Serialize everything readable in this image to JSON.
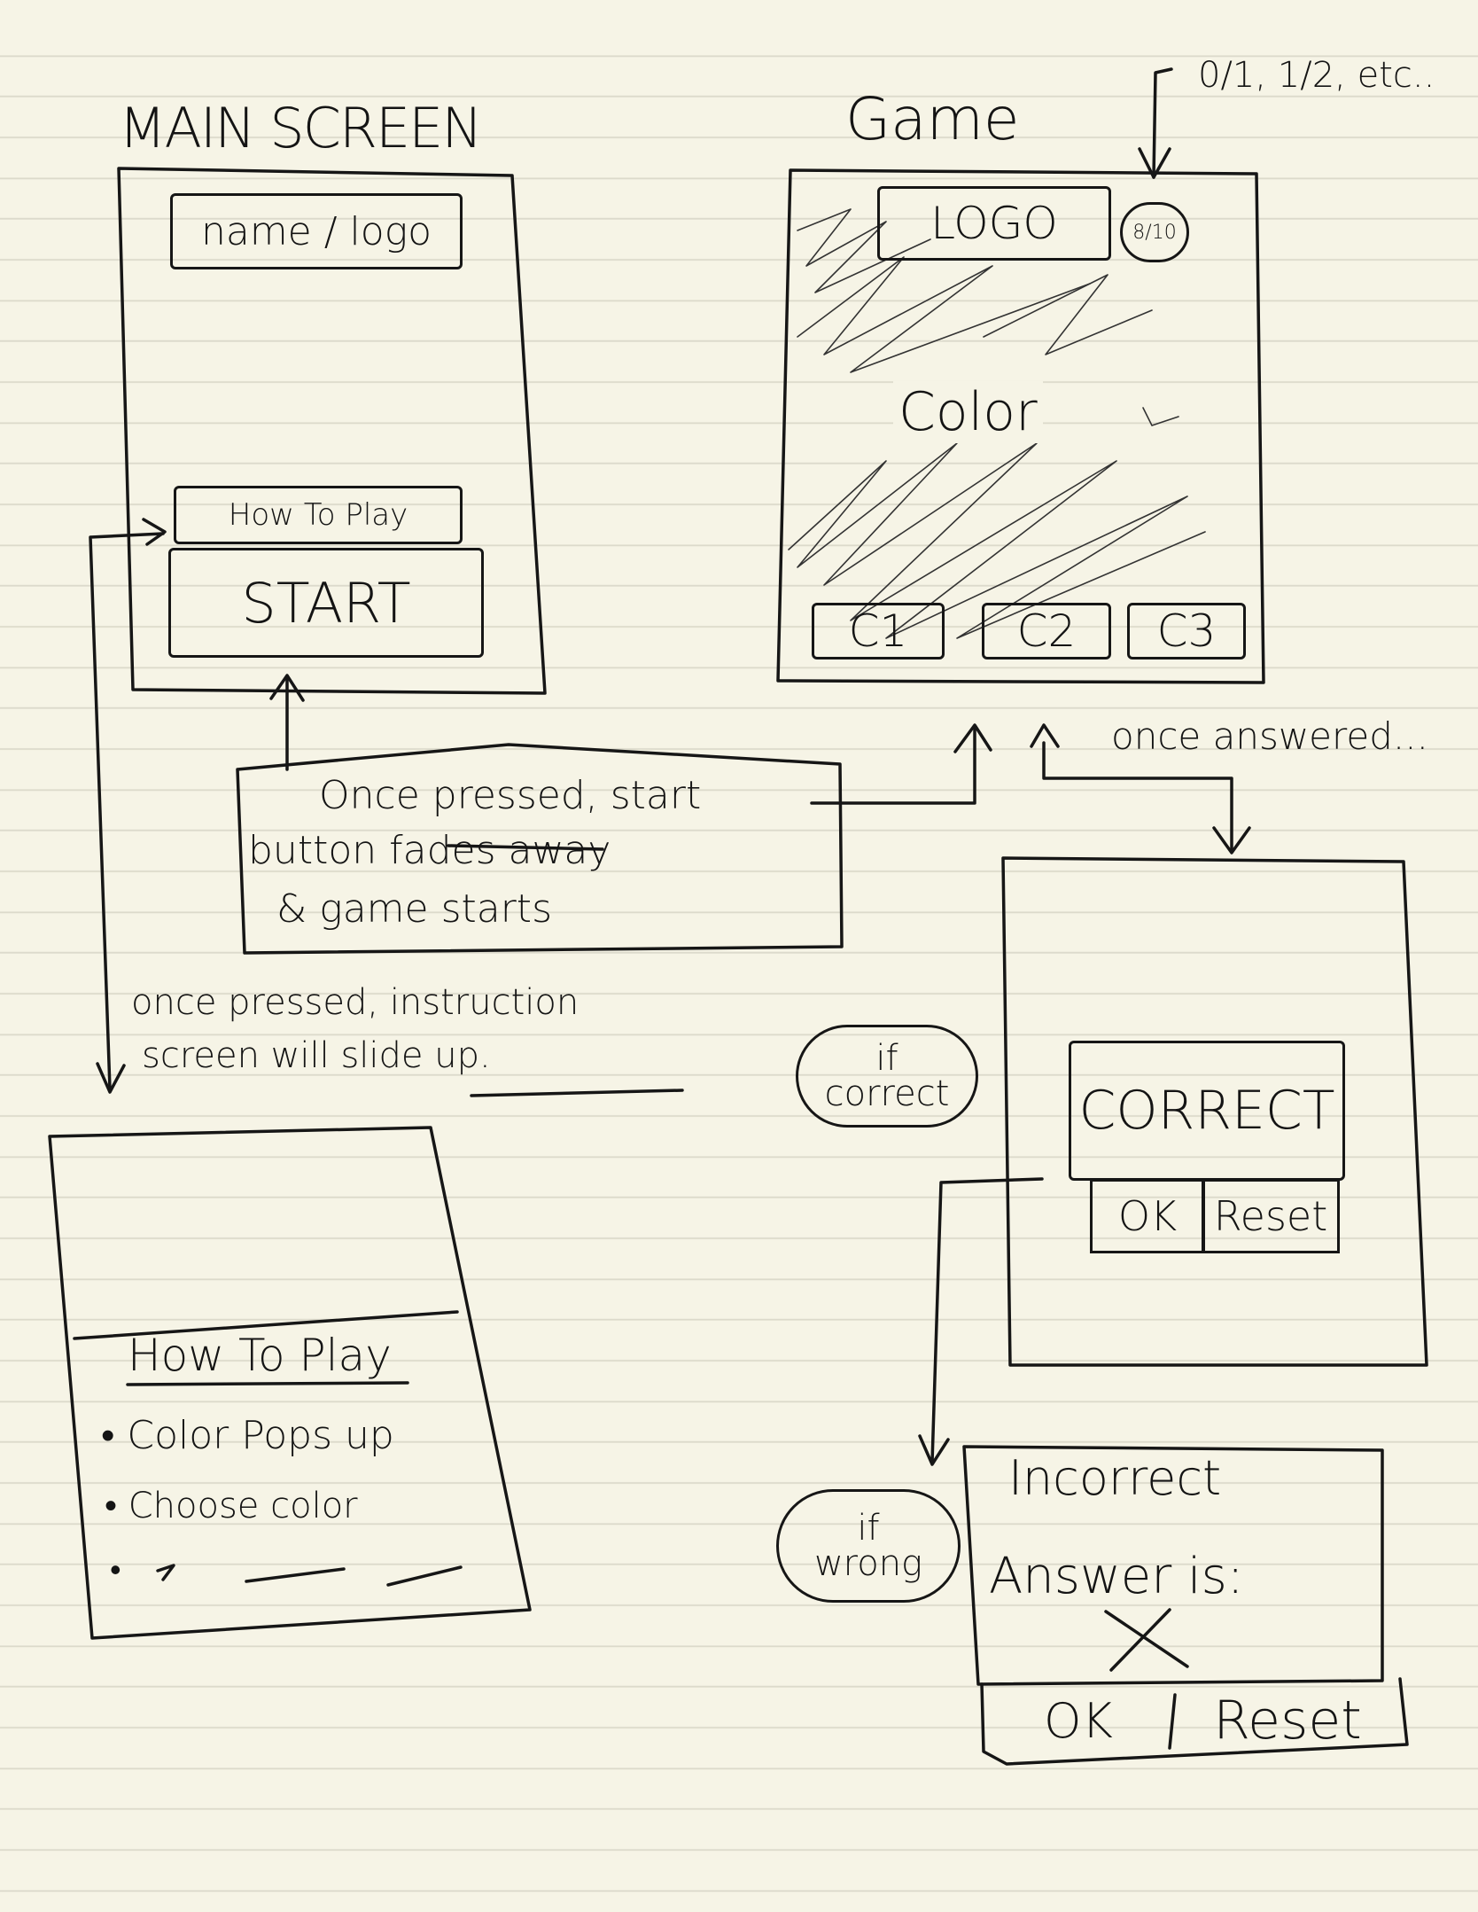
{
  "main_screen": {
    "title": "MAIN SCREEN",
    "logo_label": "name / logo",
    "how_to_play_button": "How To Play",
    "start_button": "START"
  },
  "game_screen": {
    "title": "Game",
    "counter_note": "0/1, 1/2, etc..",
    "logo_label": "LOGO",
    "score_badge": "8/10",
    "color_label": "Color",
    "choices": [
      "C1",
      "C2",
      "C3"
    ]
  },
  "annotations": {
    "start_note_line1": "Once pressed, start",
    "start_note_line2": "button fades away",
    "start_note_line3": "& game starts",
    "once_answered": "once answered...",
    "instruction_note_line1": "once pressed, instruction",
    "instruction_note_line2": "screen will slide up.",
    "if_correct_line1": "if",
    "if_correct_line2": "correct",
    "if_wrong_line1": "if",
    "if_wrong_line2": "wrong"
  },
  "instructions_screen": {
    "title": "How To Play",
    "bullets": [
      "Color Pops up",
      "Choose color",
      ""
    ]
  },
  "correct_screen": {
    "message": "CORRECT",
    "ok_button": "OK",
    "reset_button": "Reset"
  },
  "incorrect_screen": {
    "title": "Incorrect",
    "answer_label": "Answer is:",
    "ok_button": "OK",
    "reset_button": "Reset"
  }
}
